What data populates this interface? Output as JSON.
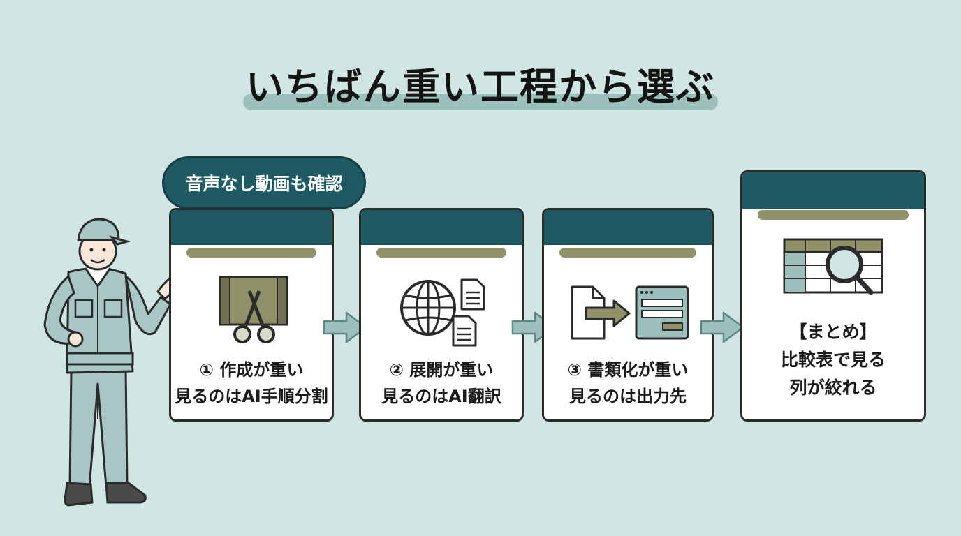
{
  "title": "いちばん重い工程から選ぶ",
  "bubble": "音声なし動画も確認",
  "steps": [
    {
      "line1": "① 作成が重い",
      "line2": "見るのはAI手順分割",
      "icon": "film-scissors-icon"
    },
    {
      "line1": "② 展開が重い",
      "line2": "見るのはAI翻訳",
      "icon": "globe-documents-icon"
    },
    {
      "line1": "③ 書類化が重い",
      "line2": "見るのは出力先",
      "icon": "document-export-icon"
    }
  ],
  "summary": {
    "line1": "【まとめ】",
    "line2": "比較表で見る",
    "line3": "列が絞れる",
    "icon": "table-magnifier-icon"
  },
  "colors": {
    "background": "#cfe6e3",
    "header": "#1e5a63",
    "band": "#8f9266",
    "arrow": "#9cc0bc"
  }
}
